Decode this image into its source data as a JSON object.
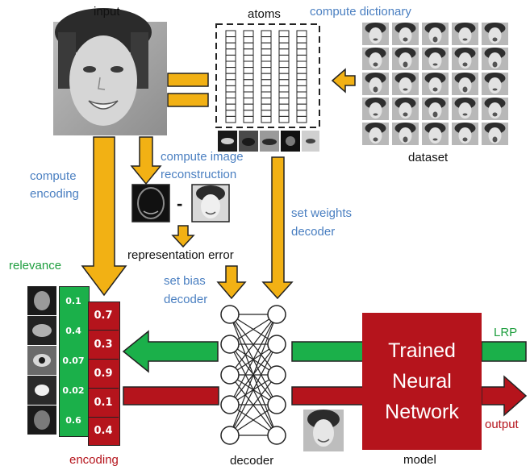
{
  "labels": {
    "input": "input",
    "atoms": "atoms",
    "compute_dictionary": "compute dictionary",
    "dataset": "dataset",
    "compute_encoding_1": "compute",
    "compute_encoding_2": "encoding",
    "compute_image_1": "compute image",
    "compute_image_2": "reconstruction",
    "minus": "-",
    "representation_error": "representation error",
    "set_weights_1": "set weights",
    "set_weights_2": "decoder",
    "set_bias_1": "set bias",
    "set_bias_2": "decoder",
    "relevance": "relevance",
    "encoding": "encoding",
    "decoder": "decoder",
    "model": "model",
    "lrp": "LRP",
    "output": "output"
  },
  "model_box": {
    "line1": "Trained",
    "line2": "Neural",
    "line3": "Network"
  },
  "relevance_values": [
    "0.1",
    "0.4",
    "0.07",
    "0.02",
    "0.6"
  ],
  "encoding_values": [
    "0.7",
    "0.3",
    "0.9",
    "0.1",
    "0.4"
  ],
  "colors": {
    "gold": "#f2b114",
    "green": "#1bb04a",
    "red": "#b5141c",
    "blue_text": "#4a7fc1",
    "green_text": "#1e9e3e"
  }
}
